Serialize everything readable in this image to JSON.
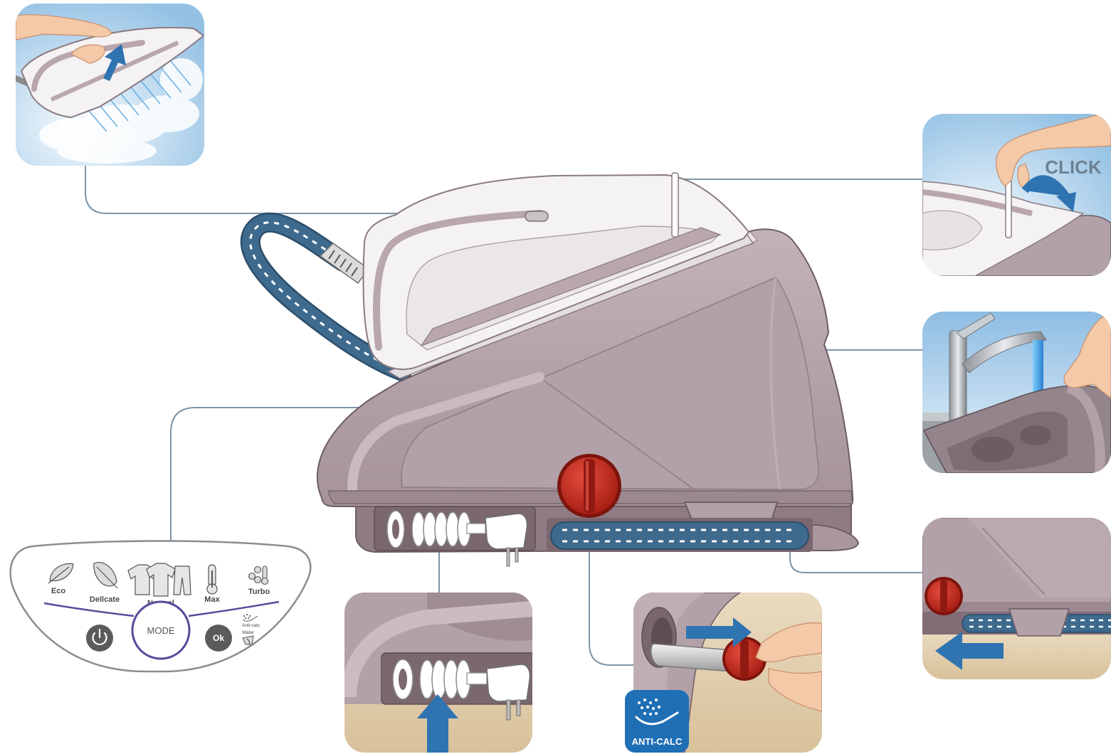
{
  "callouts": {
    "click_panel": {
      "label": "CLICK"
    },
    "anti_calc_badge": {
      "label": "ANTI-CALC",
      "icon": "anti-calc-icon"
    }
  },
  "control_panel": {
    "modes": [
      "Eco",
      "Dellcate",
      "Normal",
      "Max",
      "Turbo"
    ],
    "mode_icons": [
      "leaf-icon",
      "feather-icon",
      "clothes-icon",
      "thermometer-icon",
      "turbo-steam-icon"
    ],
    "mode_button": "MODE",
    "ok_button": "Ok",
    "power_icon": "power-icon",
    "anti_calc_indicator": "Anti-calc",
    "water_indicator": "Water",
    "water_icon": "water-tank-icon"
  },
  "colors": {
    "body": "#b3a1a9",
    "body_dark": "#9b8890",
    "iron": "#f4f2f3",
    "hose": "#3e6a8e",
    "knob": "#c4281d",
    "callout_line": "#7b94a8",
    "arrow": "#2f74b1",
    "mode_accent": "#5a4a9c",
    "button": "#5b5b5b"
  }
}
